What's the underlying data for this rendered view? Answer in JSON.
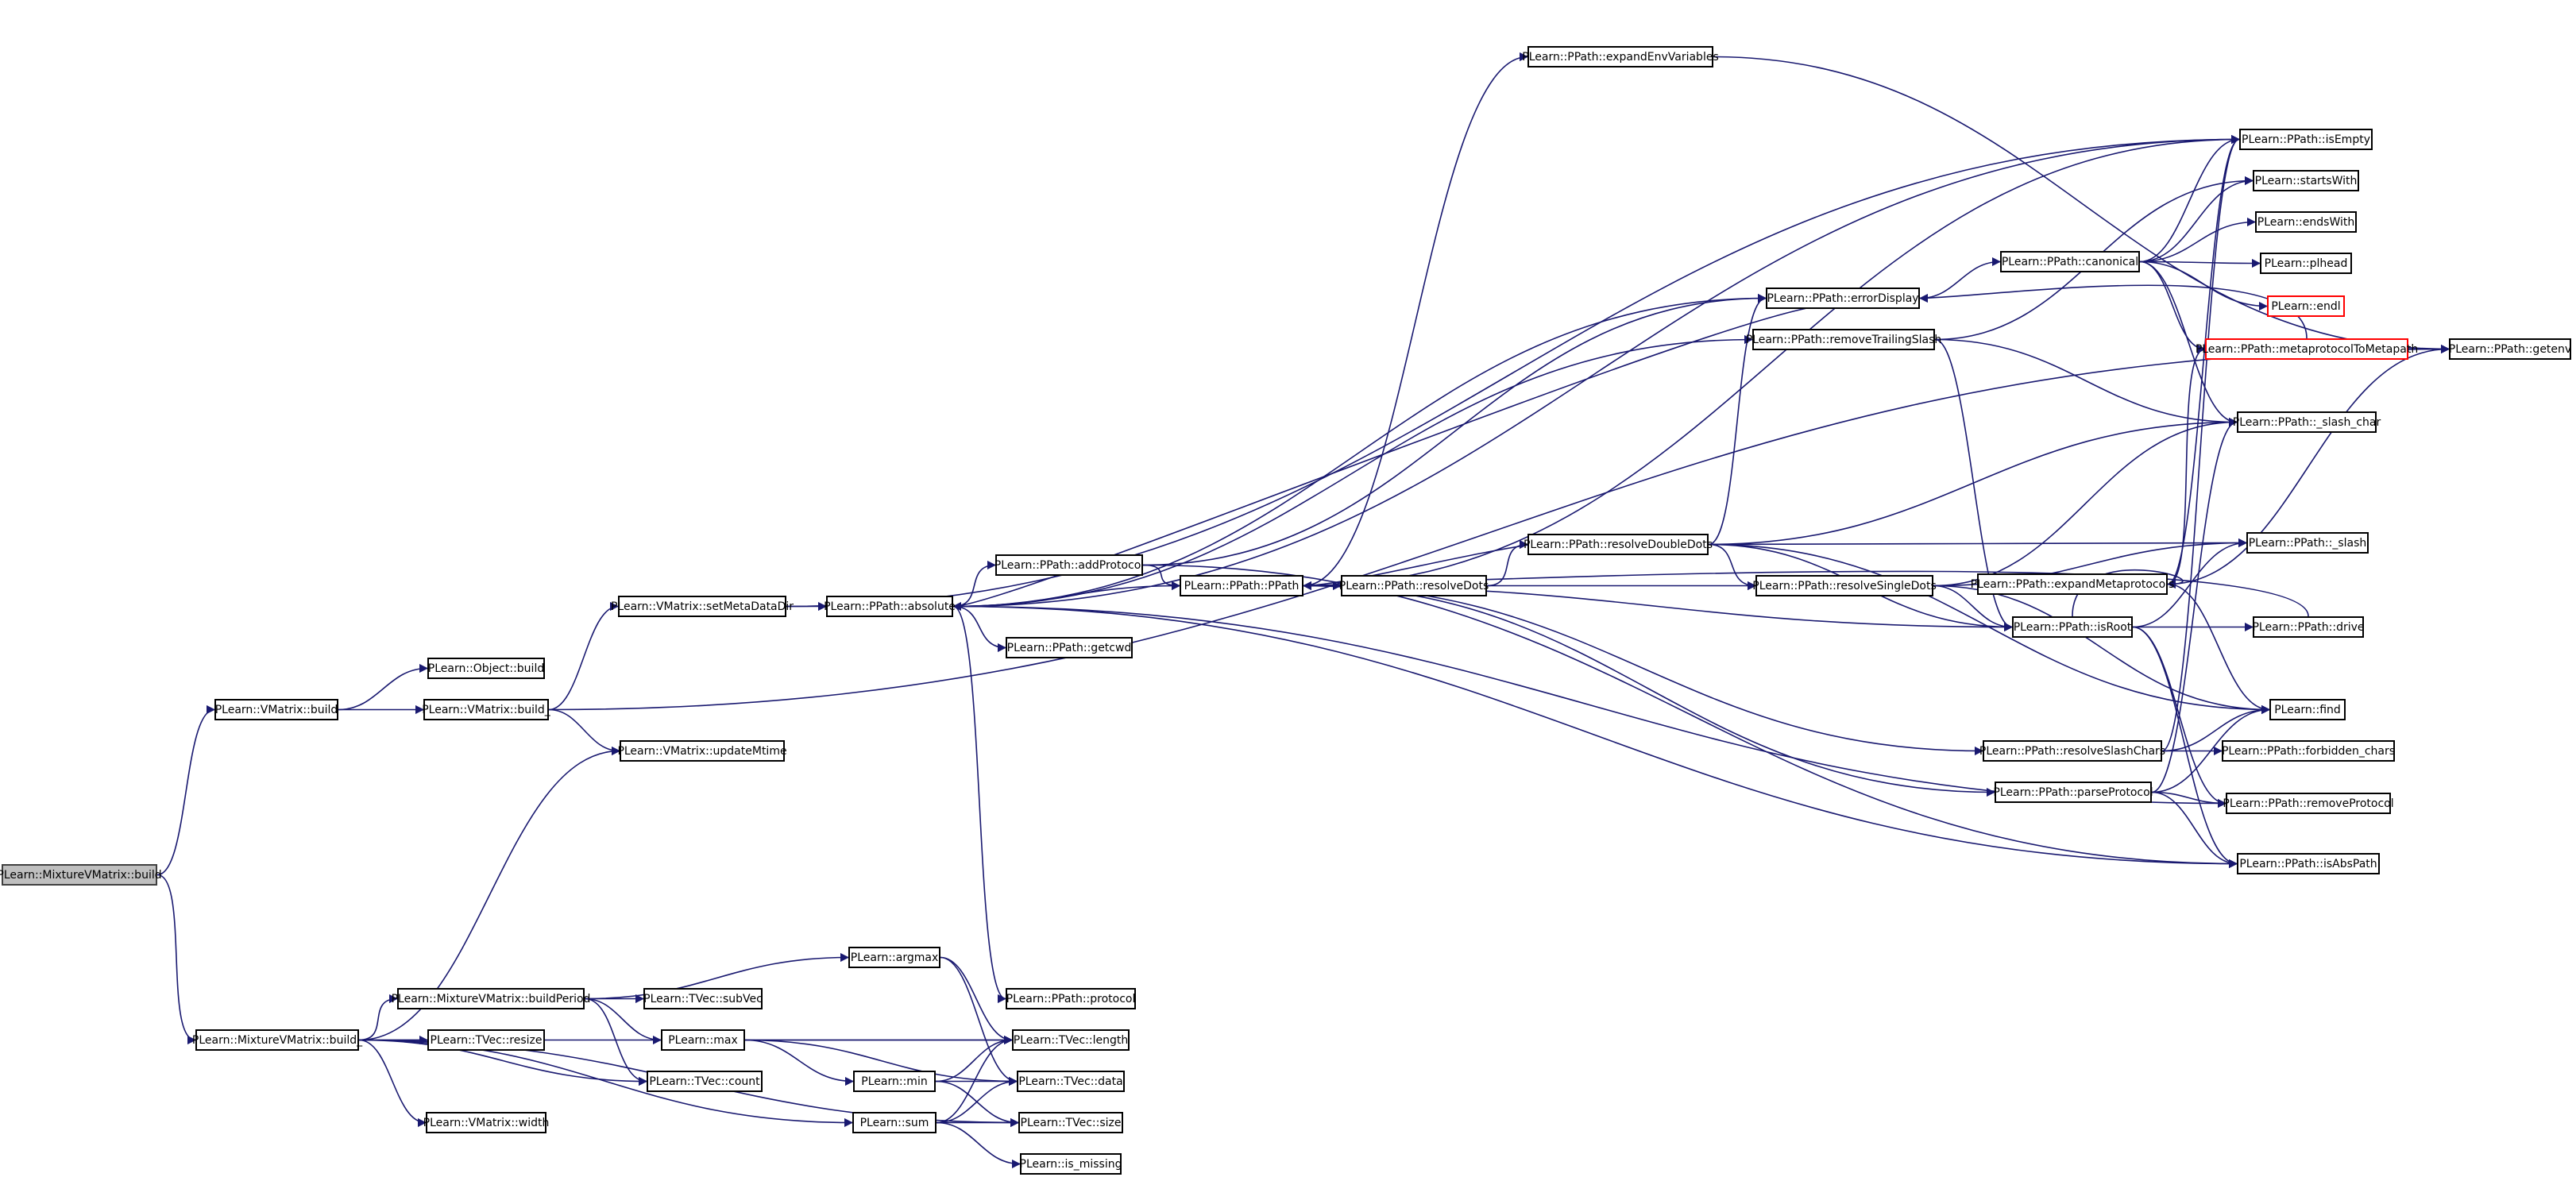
{
  "colors": {
    "edge": "#191970",
    "node_border": "#000000",
    "root_fill": "#bfbfbf",
    "truncated_border": "#ff0000"
  },
  "nodes": {
    "mix_build": "PLearn::MixtureVMatrix::build",
    "vm_build": "PLearn::VMatrix::build",
    "mix_build_": "PLearn::MixtureVMatrix::build_",
    "obj_build": "PLearn::Object::build",
    "vm_build_": "PLearn::VMatrix::build_",
    "setMetaDataDir": "PLearn::VMatrix::setMetaDataDir",
    "updateMtime": "PLearn::VMatrix::updateMtime",
    "absolute": "PLearn::PPath::absolute",
    "addProtocol": "PLearn::PPath::addProtocol",
    "getcwd": "PLearn::PPath::getcwd",
    "pp_ctor": "PLearn::PPath::PPath",
    "resolveDots": "PLearn::PPath::resolveDots",
    "resolveDoubleDots": "PLearn::PPath::resolveDoubleDots",
    "resolveSingleDots": "PLearn::PPath::resolveSingleDots",
    "expandEnv": "PLearn::PPath::expandEnvVariables",
    "errorDisplay": "PLearn::PPath::errorDisplay",
    "removeTrailingSlash": "PLearn::PPath::removeTrailingSlash",
    "canonical": "PLearn::PPath::canonical",
    "isEmpty": "PLearn::PPath::isEmpty",
    "startsWith": "PLearn::startsWith",
    "endsWith": "PLearn::endsWith",
    "plhead": "PLearn::plhead",
    "endl": "PLearn::endl",
    "metaToMeta": "PLearn::PPath::metaprotocolToMetapath",
    "getenv": "PLearn::PPath::getenv",
    "slash_char": "PLearn::PPath::_slash_char",
    "slash": "PLearn::PPath::_slash",
    "expandMeta": "PLearn::PPath::expandMetaprotocols",
    "isRoot": "PLearn::PPath::isRoot",
    "drive": "PLearn::PPath::drive",
    "find": "PLearn::find",
    "resolveSlashChars": "PLearn::PPath::resolveSlashChars",
    "forbidden": "PLearn::PPath::forbidden_chars",
    "parseProtocol": "PLearn::PPath::parseProtocol",
    "removeProtocol": "PLearn::PPath::removeProtocol",
    "isAbsPath": "PLearn::PPath::isAbsPath",
    "buildPeriod": "PLearn::MixtureVMatrix::buildPeriod",
    "argmax": "PLearn::argmax",
    "protocol": "PLearn::PPath::protocol",
    "subVec": "PLearn::TVec::subVec",
    "resize": "PLearn::TVec::resize",
    "max": "PLearn::max",
    "length": "PLearn::TVec::length",
    "count": "PLearn::TVec::count",
    "min": "PLearn::min",
    "data": "PLearn::TVec::data",
    "width": "PLearn::VMatrix::width",
    "sum": "PLearn::sum",
    "size": "PLearn::TVec::size",
    "is_missing": "PLearn::is_missing"
  },
  "edges": [
    [
      "mix_build",
      "vm_build"
    ],
    [
      "mix_build",
      "mix_build_"
    ],
    [
      "vm_build",
      "obj_build"
    ],
    [
      "vm_build",
      "vm_build_"
    ],
    [
      "vm_build_",
      "setMetaDataDir"
    ],
    [
      "vm_build_",
      "updateMtime"
    ],
    [
      "vm_build_",
      "getenv"
    ],
    [
      "setMetaDataDir",
      "absolute"
    ],
    [
      "setMetaDataDir",
      "isEmpty"
    ],
    [
      "absolute",
      "addProtocol"
    ],
    [
      "absolute",
      "getcwd"
    ],
    [
      "absolute",
      "pp_ctor"
    ],
    [
      "absolute",
      "errorDisplay"
    ],
    [
      "absolute",
      "removeTrailingSlash"
    ],
    [
      "absolute",
      "isEmpty"
    ],
    [
      "absolute",
      "protocol"
    ],
    [
      "absolute",
      "removeProtocol"
    ],
    [
      "absolute",
      "isAbsPath"
    ],
    [
      "addProtocol",
      "pp_ctor"
    ],
    [
      "addProtocol",
      "isAbsPath"
    ],
    [
      "addProtocol",
      "errorDisplay"
    ],
    [
      "pp_ctor",
      "resolveDots"
    ],
    [
      "pp_ctor",
      "expandEnv"
    ],
    [
      "pp_ctor",
      "isEmpty"
    ],
    [
      "pp_ctor",
      "resolveSlashChars"
    ],
    [
      "pp_ctor",
      "parseProtocol"
    ],
    [
      "pp_ctor",
      "isRoot"
    ],
    [
      "resolveDots",
      "resolveDoubleDots"
    ],
    [
      "resolveDots",
      "resolveSingleDots"
    ],
    [
      "resolveDoubleDots",
      "pp_ctor"
    ],
    [
      "resolveDoubleDots",
      "errorDisplay"
    ],
    [
      "resolveDoubleDots",
      "slash_char"
    ],
    [
      "resolveDoubleDots",
      "slash"
    ],
    [
      "resolveDoubleDots",
      "isRoot"
    ],
    [
      "resolveDoubleDots",
      "find"
    ],
    [
      "resolveDoubleDots",
      "resolveSingleDots"
    ],
    [
      "resolveSingleDots",
      "slash_char"
    ],
    [
      "resolveSingleDots",
      "slash"
    ],
    [
      "resolveSingleDots",
      "isRoot"
    ],
    [
      "resolveSingleDots",
      "find"
    ],
    [
      "expandEnv",
      "getenv"
    ],
    [
      "errorDisplay",
      "absolute"
    ],
    [
      "errorDisplay",
      "canonical"
    ],
    [
      "removeTrailingSlash",
      "isRoot"
    ],
    [
      "removeTrailingSlash",
      "slash_char"
    ],
    [
      "removeTrailingSlash",
      "startsWith"
    ],
    [
      "canonical",
      "isEmpty"
    ],
    [
      "canonical",
      "startsWith"
    ],
    [
      "canonical",
      "endsWith"
    ],
    [
      "canonical",
      "plhead"
    ],
    [
      "canonical",
      "endl"
    ],
    [
      "canonical",
      "metaToMeta"
    ],
    [
      "canonical",
      "slash_char"
    ],
    [
      "metaToMeta",
      "getenv"
    ],
    [
      "metaToMeta",
      "errorDisplay"
    ],
    [
      "expandMeta",
      "isEmpty"
    ],
    [
      "expandMeta",
      "metaToMeta"
    ],
    [
      "expandMeta",
      "getenv"
    ],
    [
      "expandMeta",
      "find"
    ],
    [
      "isRoot",
      "expandMeta"
    ],
    [
      "isRoot",
      "drive"
    ],
    [
      "isRoot",
      "isAbsPath"
    ],
    [
      "isRoot",
      "removeProtocol"
    ],
    [
      "isRoot",
      "slash"
    ],
    [
      "drive",
      "pp_ctor"
    ],
    [
      "resolveSlashChars",
      "find"
    ],
    [
      "resolveSlashChars",
      "forbidden"
    ],
    [
      "resolveSlashChars",
      "isEmpty"
    ],
    [
      "parseProtocol",
      "find"
    ],
    [
      "parseProtocol",
      "removeProtocol"
    ],
    [
      "parseProtocol",
      "isAbsPath"
    ],
    [
      "parseProtocol",
      "slash_char"
    ],
    [
      "mix_build_",
      "updateMtime"
    ],
    [
      "mix_build_",
      "buildPeriod"
    ],
    [
      "mix_build_",
      "resize"
    ],
    [
      "mix_build_",
      "width"
    ],
    [
      "mix_build_",
      "count"
    ],
    [
      "mix_build_",
      "sum"
    ],
    [
      "mix_build_",
      "length"
    ],
    [
      "mix_build_",
      "size"
    ],
    [
      "buildPeriod",
      "argmax"
    ],
    [
      "buildPeriod",
      "subVec"
    ],
    [
      "buildPeriod",
      "max"
    ],
    [
      "buildPeriod",
      "count"
    ],
    [
      "argmax",
      "length"
    ],
    [
      "argmax",
      "data"
    ],
    [
      "max",
      "min"
    ],
    [
      "max",
      "length"
    ],
    [
      "max",
      "data"
    ],
    [
      "min",
      "length"
    ],
    [
      "min",
      "data"
    ],
    [
      "min",
      "size"
    ],
    [
      "sum",
      "length"
    ],
    [
      "sum",
      "data"
    ],
    [
      "sum",
      "size"
    ],
    [
      "sum",
      "is_missing"
    ]
  ]
}
